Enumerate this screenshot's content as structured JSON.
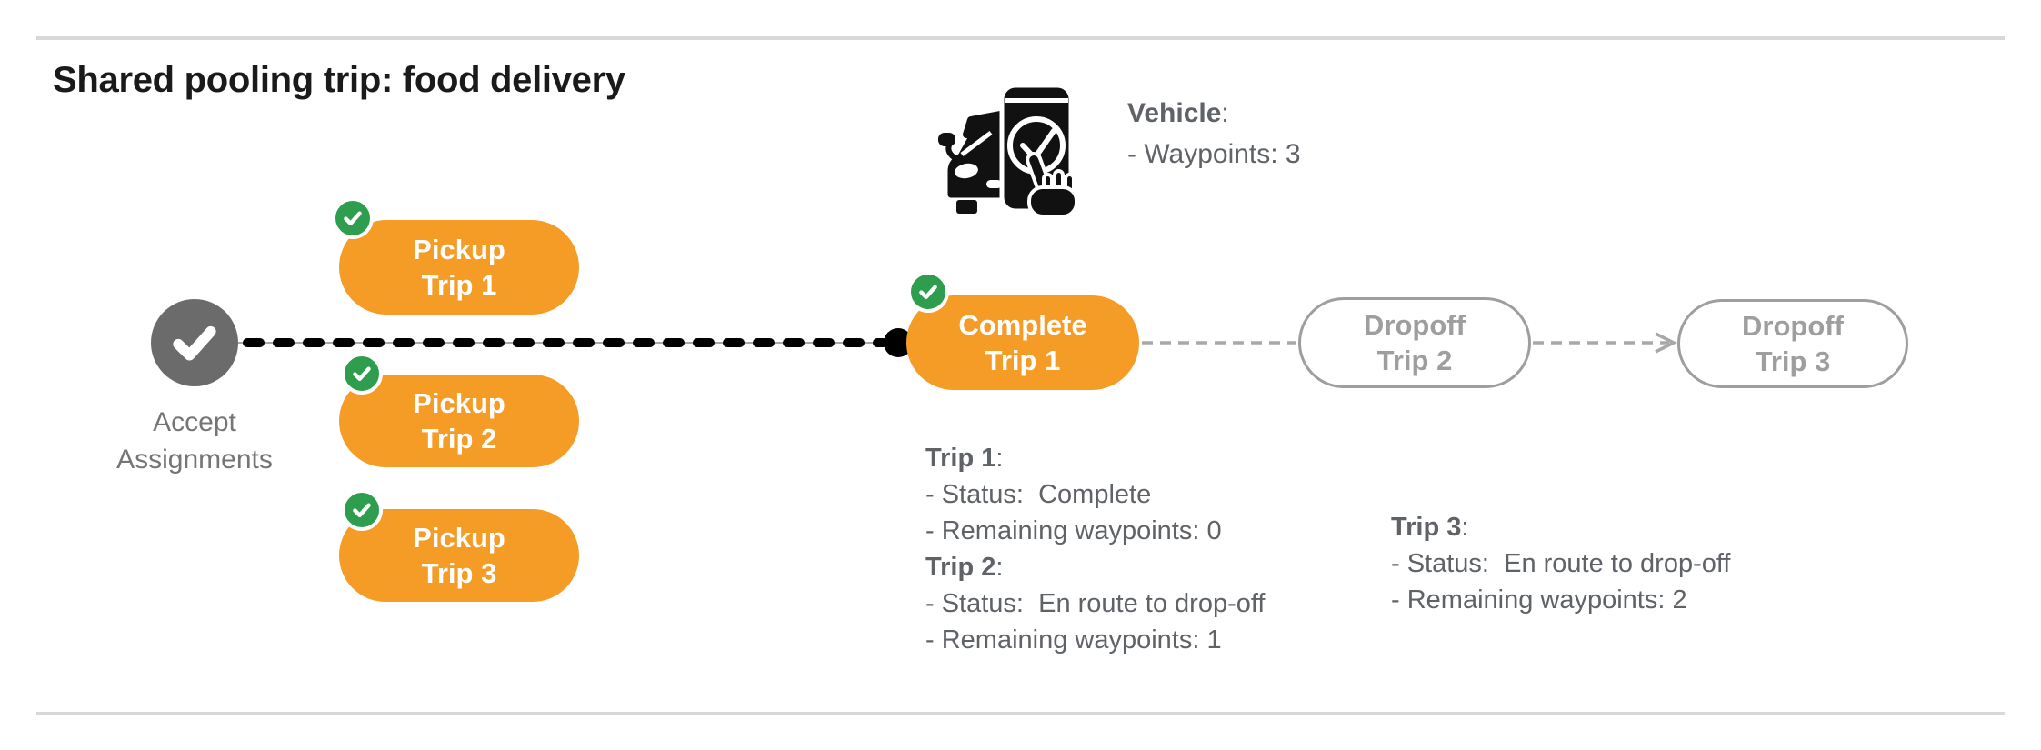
{
  "theme": {
    "orange": "#F49C26",
    "green": "#2E9E4E",
    "node-gray": "#6B6B6B",
    "outline-gray": "#9E9E9E",
    "text-dark": "#1A1A1A",
    "text-gray": "#5F6368",
    "caption-gray": "#757575",
    "line-gray": "#A8A8A8",
    "rule-gray": "#D8D8D8"
  },
  "title": "Shared pooling trip: food delivery",
  "vehicle": {
    "icon": "car-phone-check-icon",
    "heading": "Vehicle",
    "colon": ":",
    "waypoints": "- Waypoints: 3"
  },
  "flow": {
    "accept": {
      "caption": "Accept\nAssignments"
    },
    "pickup1": {
      "label": "Pickup\nTrip 1"
    },
    "pickup2": {
      "label": "Pickup\nTrip 2"
    },
    "pickup3": {
      "label": "Pickup\nTrip 3"
    },
    "complete1": {
      "label": "Complete\nTrip 1"
    },
    "dropoff2": {
      "label": "Dropoff\nTrip 2"
    },
    "dropoff3": {
      "label": "Dropoff\nTrip 3"
    }
  },
  "details": {
    "trip1": {
      "heading": "Trip 1",
      "colon": ":",
      "lines": [
        "- Status:  Complete",
        "- Remaining waypoints: 0"
      ]
    },
    "trip2": {
      "heading": "Trip 2",
      "colon": ":",
      "lines": [
        "- Status:  En route to drop-off",
        "- Remaining waypoints: 1"
      ]
    },
    "trip3": {
      "heading": "Trip 3",
      "colon": ":",
      "lines": [
        "- Status:  En route to drop-off",
        "- Remaining waypoints: 2"
      ]
    }
  }
}
